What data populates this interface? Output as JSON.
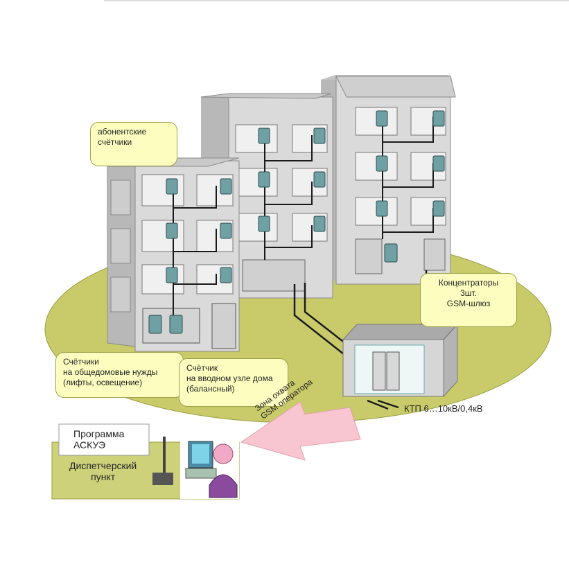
{
  "callouts": {
    "subscriber_meters": [
      "абонентские",
      "счётчики"
    ],
    "common_meters": [
      "Счётчики",
      "на общедомовые нужды",
      "(лифты, освещение)"
    ],
    "input_meter": [
      "Счётчик",
      "на вводном узле дома",
      "(балансный)"
    ],
    "concentrators": [
      "Концентраторы",
      "3шт.",
      "GSM-шлюз"
    ]
  },
  "labels": {
    "substation": "КТП 6…10кВ/0,4кВ",
    "gsm_zone": [
      "Зона охвата",
      "GSM оператора"
    ],
    "program": [
      "Программа",
      "АСКУЭ"
    ],
    "dispatch": [
      "Диспетчерский",
      "пункт"
    ]
  },
  "colors": {
    "ground": "#c9cb6a",
    "building": "#dadada",
    "callout_fill": "#fdfdbf",
    "arrow_pink": "#f8c6d0",
    "dispatch_panel": "#cdd17a"
  }
}
